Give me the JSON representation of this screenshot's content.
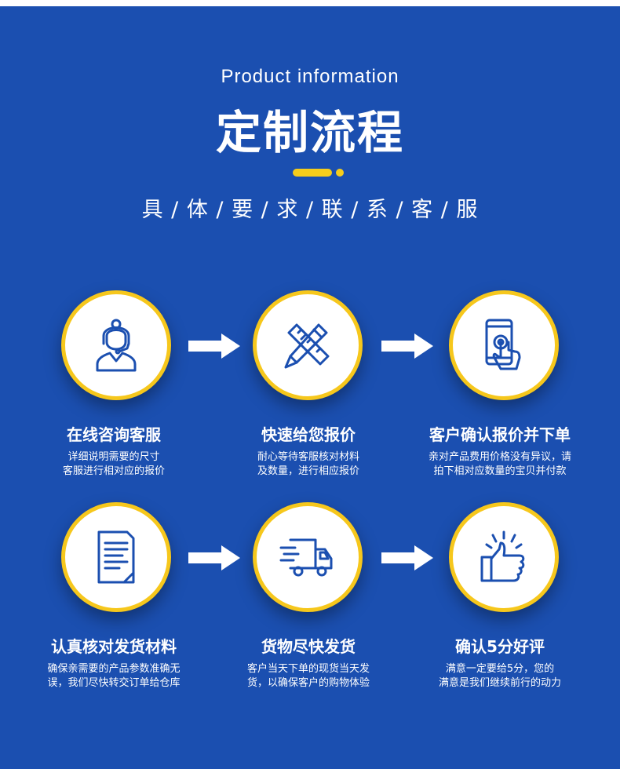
{
  "header": {
    "subtitle": "Product information",
    "title": "定制流程",
    "tagline": "具 / 体 / 要 / 求 / 联 / 系 / 客 / 服"
  },
  "colors": {
    "background": "#1b4fb0",
    "accent": "#f6c71c",
    "icon": "#1b4fb0"
  },
  "steps": [
    {
      "icon": "customer-service-icon",
      "title": "在线咨询客服",
      "desc": [
        "详细说明需要的尺寸",
        "客服进行相对应的报价"
      ]
    },
    {
      "icon": "ruler-pencil-icon",
      "title": "快速给您报价",
      "desc": [
        "耐心等待客服核对材料",
        "及数量，进行相应报价"
      ]
    },
    {
      "icon": "phone-touch-icon",
      "title": "客户确认报价并下单",
      "desc": [
        "亲对产品费用价格没有异议，请",
        "拍下相对应数量的宝贝并付款"
      ]
    },
    {
      "icon": "document-icon",
      "title": "认真核对发货材料",
      "desc": [
        "确保亲需要的产品参数准确无",
        "误，我们尽快转交订单给仓库"
      ]
    },
    {
      "icon": "delivery-truck-icon",
      "title": "货物尽快发货",
      "desc": [
        "客户当天下单的现货当天发",
        "货，以确保客户的购物体验"
      ]
    },
    {
      "icon": "thumbs-up-icon",
      "title": "确认5分好评",
      "desc": [
        "满意一定要给5分，您的",
        "满意是我们继续前行的动力"
      ]
    }
  ]
}
